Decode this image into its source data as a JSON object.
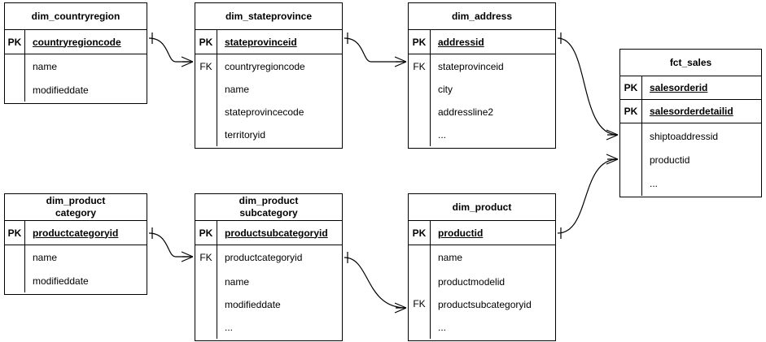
{
  "diagram": {
    "type": "entity-relationship-diagram",
    "notation": "crows-foot",
    "background_color": "#ffffff",
    "line_color": "#000000",
    "text_color": "#000000",
    "entities": [
      {
        "id": "dim_countryregion",
        "title": "dim_countryregion",
        "groups": [
          {
            "key": "PK",
            "attributes": [
              {
                "name": "countryregioncode",
                "style": "pk"
              }
            ]
          },
          {
            "key": "",
            "attributes": [
              {
                "name": "name",
                "style": "plain"
              },
              {
                "name": "modifieddate",
                "style": "plain"
              }
            ]
          }
        ]
      },
      {
        "id": "dim_stateprovince",
        "title": "dim_stateprovince",
        "groups": [
          {
            "key": "PK",
            "attributes": [
              {
                "name": "stateprovinceid",
                "style": "pk"
              }
            ]
          },
          {
            "key": "FK",
            "attributes": [
              {
                "name": "countryregioncode",
                "style": "plain"
              },
              {
                "name": "name",
                "style": "plain"
              },
              {
                "name": "stateprovincecode",
                "style": "plain"
              },
              {
                "name": "territoryid",
                "style": "plain"
              }
            ]
          }
        ]
      },
      {
        "id": "dim_address",
        "title": "dim_address",
        "groups": [
          {
            "key": "PK",
            "attributes": [
              {
                "name": "addressid",
                "style": "pk"
              }
            ]
          },
          {
            "key": "FK",
            "attributes": [
              {
                "name": "stateprovinceid",
                "style": "plain"
              },
              {
                "name": "city",
                "style": "plain"
              },
              {
                "name": "addressline2",
                "style": "plain"
              },
              {
                "name": "...",
                "style": "plain"
              }
            ]
          }
        ]
      },
      {
        "id": "fct_sales",
        "title": "fct_sales",
        "groups": [
          {
            "key": "PK",
            "attributes": [
              {
                "name": "salesorderid",
                "style": "pk"
              }
            ]
          },
          {
            "key": "PK",
            "attributes": [
              {
                "name": "salesorderdetailid",
                "style": "pk"
              }
            ]
          },
          {
            "key": "",
            "attributes": [
              {
                "name": "shiptoaddressid",
                "style": "plain"
              },
              {
                "name": "productid",
                "style": "plain"
              },
              {
                "name": "...",
                "style": "plain"
              }
            ]
          }
        ]
      },
      {
        "id": "dim_productcategory",
        "title": "dim_product\ncategory",
        "groups": [
          {
            "key": "PK",
            "attributes": [
              {
                "name": "productcategoryid",
                "style": "pk"
              }
            ]
          },
          {
            "key": "",
            "attributes": [
              {
                "name": "name",
                "style": "plain"
              },
              {
                "name": "modifieddate",
                "style": "plain"
              }
            ]
          }
        ]
      },
      {
        "id": "dim_productsubcategory",
        "title": "dim_product\nsubcategory",
        "groups": [
          {
            "key": "PK",
            "attributes": [
              {
                "name": "productsubcategoryid",
                "style": "pk"
              }
            ]
          },
          {
            "key": "FK",
            "attributes": [
              {
                "name": "productcategoryid",
                "style": "plain"
              },
              {
                "name": "name",
                "style": "plain"
              },
              {
                "name": "modifieddate",
                "style": "plain"
              },
              {
                "name": "...",
                "style": "plain"
              }
            ]
          }
        ]
      },
      {
        "id": "dim_product",
        "title": "dim_product",
        "groups": [
          {
            "key": "PK",
            "attributes": [
              {
                "name": "productid",
                "style": "pk"
              }
            ]
          },
          {
            "key": "FK",
            "key_align_row": 2,
            "attributes": [
              {
                "name": "name",
                "style": "plain"
              },
              {
                "name": "productmodelid",
                "style": "plain"
              },
              {
                "name": "productsubcategoryid",
                "style": "plain"
              },
              {
                "name": "...",
                "style": "plain"
              }
            ]
          }
        ]
      }
    ],
    "relationships": [
      {
        "id": "rel-countryregion-stateprovince",
        "from": "dim_countryregion.countryregioncode",
        "to": "dim_stateprovince.countryregioncode",
        "from_cardinality": "one",
        "to_cardinality": "many"
      },
      {
        "id": "rel-stateprovince-address",
        "from": "dim_stateprovince.stateprovinceid",
        "to": "dim_address.stateprovinceid",
        "from_cardinality": "one",
        "to_cardinality": "many"
      },
      {
        "id": "rel-address-fctsales",
        "from": "dim_address.addressid",
        "to": "fct_sales.shiptoaddressid",
        "from_cardinality": "one",
        "to_cardinality": "many"
      },
      {
        "id": "rel-product-fctsales",
        "from": "dim_product.productid",
        "to": "fct_sales.productid",
        "from_cardinality": "one",
        "to_cardinality": "many"
      },
      {
        "id": "rel-prodcategory-prodsubcat",
        "from": "dim_productcategory.productcategoryid",
        "to": "dim_productsubcategory.productcategoryid",
        "from_cardinality": "one",
        "to_cardinality": "many"
      },
      {
        "id": "rel-prodsubcat-product",
        "from": "dim_productsubcategory.productsubcategoryid",
        "to": "dim_product.productsubcategoryid",
        "from_cardinality": "one",
        "to_cardinality": "many"
      }
    ]
  }
}
